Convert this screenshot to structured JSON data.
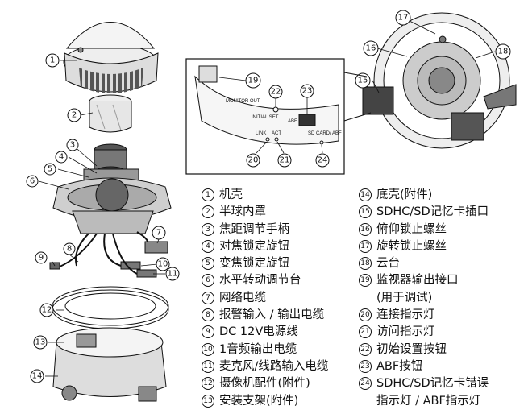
{
  "legend_left": [
    {
      "num": "1",
      "label": "机壳"
    },
    {
      "num": "2",
      "label": "半球内罩"
    },
    {
      "num": "3",
      "label": "焦距调节手柄"
    },
    {
      "num": "4",
      "label": "对焦锁定旋钮"
    },
    {
      "num": "5",
      "label": "变焦锁定旋钮"
    },
    {
      "num": "6",
      "label": "水平转动调节台"
    },
    {
      "num": "7",
      "label": "网络电缆"
    },
    {
      "num": "8",
      "label": "报警输入 / 输出电缆"
    },
    {
      "num": "9",
      "label": "DC 12V电源线"
    },
    {
      "num": "10",
      "label": "1音频输出电缆"
    },
    {
      "num": "11",
      "label": "麦克风/线路输入电缆"
    },
    {
      "num": "12",
      "label": "摄像机配件(附件)"
    },
    {
      "num": "13",
      "label": "安装支架(附件)"
    }
  ],
  "legend_right": [
    {
      "num": "14",
      "label": "底壳(附件)"
    },
    {
      "num": "15",
      "label": "SDHC/SD记忆卡插口"
    },
    {
      "num": "16",
      "label": "俯仰锁止螺丝"
    },
    {
      "num": "17",
      "label": "旋转锁止螺丝"
    },
    {
      "num": "18",
      "label": "云台"
    },
    {
      "num": "19",
      "label": "监视器输出接口",
      "cont": "(用于调试)"
    },
    {
      "num": "20",
      "label": "连接指示灯"
    },
    {
      "num": "21",
      "label": "访问指示灯"
    },
    {
      "num": "22",
      "label": "初始设置按钮"
    },
    {
      "num": "23",
      "label": "ABF按钮"
    },
    {
      "num": "24",
      "label": "SDHC/SD记忆卡错误",
      "cont": "指示灯 / ABF指示灯"
    }
  ],
  "panel_labels": {
    "monitor_out": "MONITOR OUT",
    "initial_set": "INITIAL SET",
    "abf": "ABF",
    "sd_card_abf": "SD CARD/ ABF",
    "link": "LINK",
    "act": "ACT"
  }
}
